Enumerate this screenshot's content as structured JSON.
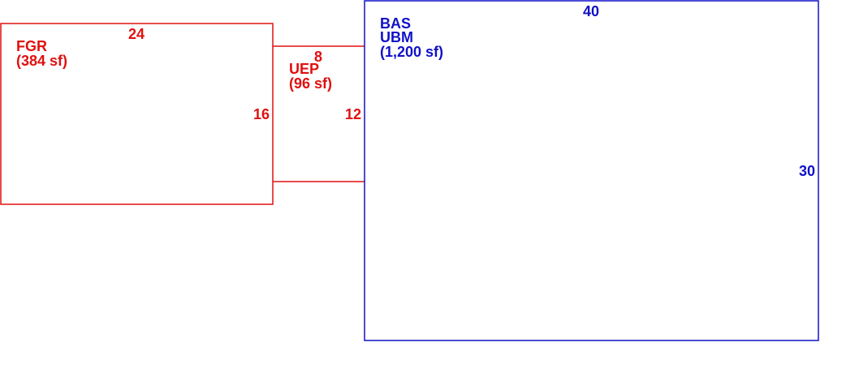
{
  "colors": {
    "garage": "#e01010",
    "porch": "#e01010",
    "main": "#1010c8"
  },
  "areas": [
    {
      "key": "garage",
      "codes": [
        "FGR"
      ],
      "area_label": "(384 sf)",
      "dimensions": {
        "top": "24",
        "right": "16"
      }
    },
    {
      "key": "porch",
      "codes": [
        "UEP"
      ],
      "area_label": "(96 sf)",
      "dimensions": {
        "top": "8",
        "right": "12"
      }
    },
    {
      "key": "main",
      "codes": [
        "BAS",
        "UBM"
      ],
      "area_label": "(1,200 sf)",
      "dimensions": {
        "top": "40",
        "right": "30"
      }
    }
  ]
}
